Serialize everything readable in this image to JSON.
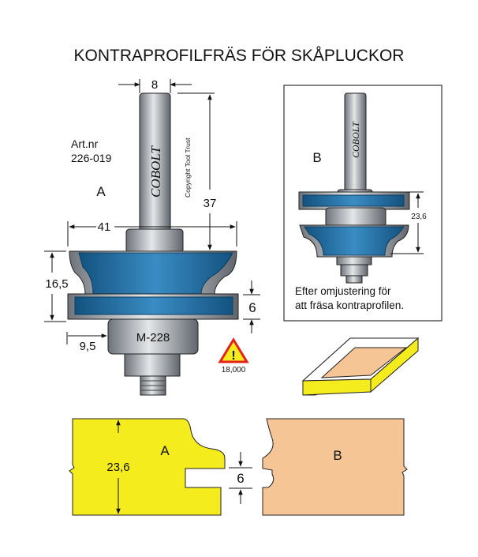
{
  "title": "KONTRAPROFILFRÄS FÖR SKÅPLUCKOR",
  "tool_a": {
    "label": "A",
    "art_label": "Art.nr",
    "art_number": "226-019",
    "brand": "COBOLT",
    "copyright": "Copyright Tool Trust",
    "bearing_label": "M-228",
    "dimensions": {
      "shank": "8",
      "length": "37",
      "diameter": "41",
      "height": "16,5",
      "groove": "6",
      "offset": "9,5"
    },
    "warning_rpm": "18,000"
  },
  "tool_b": {
    "label": "B",
    "brand": "COBOLT",
    "dimension": "23,6",
    "caption_line1": "Efter omjustering för",
    "caption_line2": "att fräsa kontraprofilen."
  },
  "profiles": {
    "a_label": "A",
    "a_height": "23,6",
    "groove": "6",
    "b_label": "B"
  },
  "colors": {
    "cutter_blue": "#1f6fa8",
    "profile_a": "#f5ec1e",
    "profile_b": "#f5c596",
    "warning": "#e32219"
  }
}
